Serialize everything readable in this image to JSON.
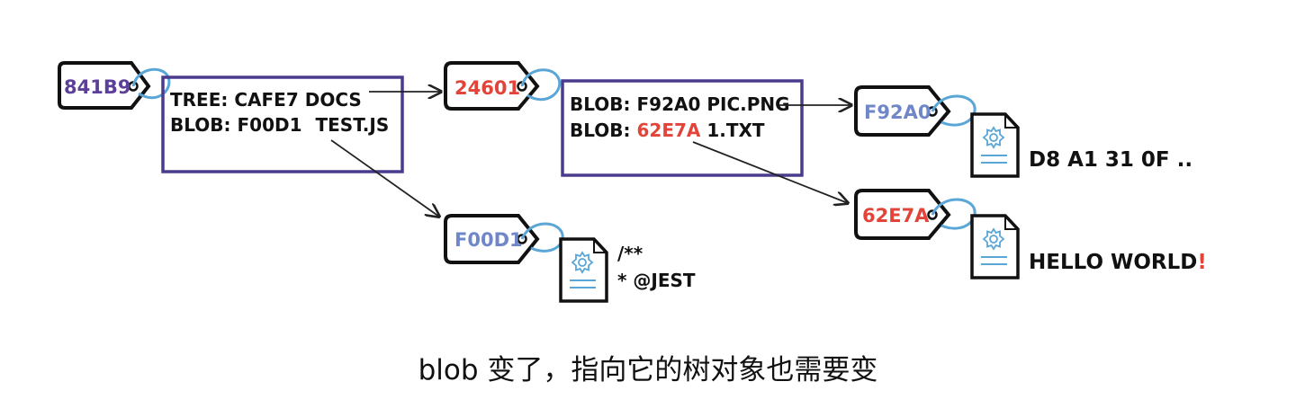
{
  "colors": {
    "ink": "#111111",
    "tree_box": "#4b3b8e",
    "commit_hash": "#5b3f9a",
    "blob_hash": "#6f86c9",
    "changed_hash": "#e2443a",
    "string_loop": "#5aa6d6",
    "doc_icon": "#5aa6d6"
  },
  "commit": {
    "hash": "841B9"
  },
  "root_tree": {
    "hash": "24601",
    "entries": [
      {
        "kind": "TREE:",
        "hash": "CAFE7",
        "name": "DOCS"
      },
      {
        "kind": "BLOB:",
        "hash": "F00D1",
        "name": "TEST.JS"
      }
    ]
  },
  "docs_tree": {
    "entries": [
      {
        "kind": "BLOB:",
        "hash": "F92A0",
        "name": "PIC.PNG"
      },
      {
        "kind": "BLOB:",
        "hash": "62E7A",
        "name": "1.TXT"
      }
    ]
  },
  "blobs": [
    {
      "hash": "F00D1",
      "content_lines": [
        "/**",
        "* @JEST"
      ],
      "icon": "document-gear-icon"
    },
    {
      "hash": "F92A0",
      "content_lines": [
        "D8 A1 31 0F .."
      ],
      "icon": "document-gear-icon"
    },
    {
      "hash": "62E7A",
      "content_main": "HELLO WORLD",
      "content_accent": "!",
      "icon": "document-gear-icon"
    }
  ],
  "caption": "blob 变了，指向它的树对象也需要变"
}
